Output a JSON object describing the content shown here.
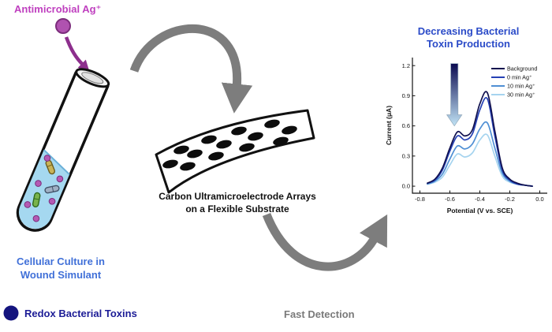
{
  "labels": {
    "antimicrobial_ag": "Antimicrobial Ag⁺",
    "cellular_culture_line1": "Cellular Culture in",
    "cellular_culture_line2": "Wound Simulant",
    "redox_toxins": "Redox Bacterial Toxins",
    "substrate_caption_line1": "Carbon Ultramicroelectrode Arrays",
    "substrate_caption_line2": "on a Flexible Substrate",
    "fast_detection": "Fast Detection",
    "chart_title_line1": "Decreasing Bacterial",
    "chart_title_line2": "Toxin Production"
  },
  "icons": {
    "silver_ion": "filled-circle-purple",
    "toxin": "filled-circle-navy"
  },
  "colors": {
    "antimicrobial_text": "#bf3fbf",
    "culture_text": "#4070d8",
    "redox_text": "#1c1c96",
    "fast_detection_text": "#7a7a7a",
    "chart_title_text": "#2b4bc8",
    "arrow_gray": "#7d7d7d",
    "silver_ion_fill": "#b052b0",
    "toxin_fill": "#14147e",
    "liquid_fill": "#a5d8f0"
  },
  "chart_data": {
    "type": "line",
    "title": "Decreasing Bacterial Toxin Production",
    "xlabel": "Potential (V vs. SCE)",
    "ylabel": "Current (μA)",
    "xlim": [
      -0.8,
      0.0
    ],
    "ylim": [
      0.0,
      1.2
    ],
    "xticks": [
      -0.8,
      -0.6,
      -0.4,
      -0.2,
      0.0
    ],
    "yticks": [
      0.0,
      0.3,
      0.6,
      0.9,
      1.2
    ],
    "grid": false,
    "legend_position": "top-right",
    "x": [
      -0.75,
      -0.7,
      -0.65,
      -0.6,
      -0.55,
      -0.5,
      -0.45,
      -0.4,
      -0.35,
      -0.3,
      -0.25,
      -0.2,
      -0.15,
      -0.1,
      -0.05
    ],
    "series": [
      {
        "name": "Background",
        "color": "#10104f",
        "values": [
          0.03,
          0.07,
          0.18,
          0.38,
          0.54,
          0.5,
          0.56,
          0.82,
          0.93,
          0.55,
          0.18,
          0.07,
          0.03,
          0.01,
          0.0
        ]
      },
      {
        "name": "0 min Ag⁺",
        "color": "#2540b4",
        "values": [
          0.03,
          0.06,
          0.16,
          0.35,
          0.5,
          0.46,
          0.52,
          0.76,
          0.87,
          0.5,
          0.16,
          0.06,
          0.02,
          0.01,
          0.0
        ]
      },
      {
        "name": "10 min Ag⁺",
        "color": "#4f8fd4",
        "values": [
          0.02,
          0.05,
          0.12,
          0.27,
          0.4,
          0.37,
          0.42,
          0.57,
          0.63,
          0.38,
          0.13,
          0.05,
          0.02,
          0.01,
          0.0
        ]
      },
      {
        "name": "30 min Ag⁺",
        "color": "#a6d4ef",
        "values": [
          0.02,
          0.04,
          0.09,
          0.21,
          0.32,
          0.29,
          0.33,
          0.46,
          0.51,
          0.3,
          0.1,
          0.04,
          0.02,
          0.01,
          0.0
        ]
      }
    ],
    "annotation": {
      "type": "gradient-arrow",
      "x": -0.57,
      "y_from": 1.22,
      "y_to": 0.6,
      "color_from": "#0a0a50",
      "color_to": "#c2e4f6"
    }
  }
}
